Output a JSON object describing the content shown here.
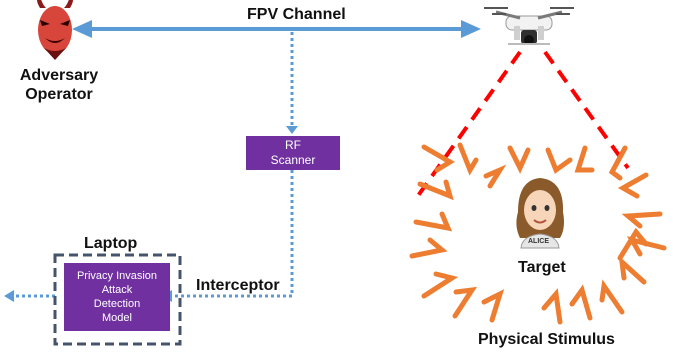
{
  "fpv_channel": "FPV Channel",
  "adversary": {
    "line1": "Adversary",
    "line2": "Operator"
  },
  "rf_scanner": {
    "line1": "RF",
    "line2": "Scanner"
  },
  "laptop_label": "Laptop",
  "detection_model": {
    "line1": "Privacy Invasion",
    "line2": "Attack",
    "line3": "Detection",
    "line4": "Model"
  },
  "interceptor": "Interceptor",
  "target": "Target",
  "target_badge": "ALICE",
  "physical_stimulus": "Physical Stimulus",
  "colors": {
    "channel": "#5b9bd5",
    "scanner_box": "#7030a0",
    "laptop_border": "#44546a",
    "beam": "#ff0000",
    "stimulus": "#ed7d31",
    "devil": "#c0392b"
  },
  "icons": [
    "devil-face-icon",
    "drone-icon",
    "person-avatar-icon"
  ]
}
